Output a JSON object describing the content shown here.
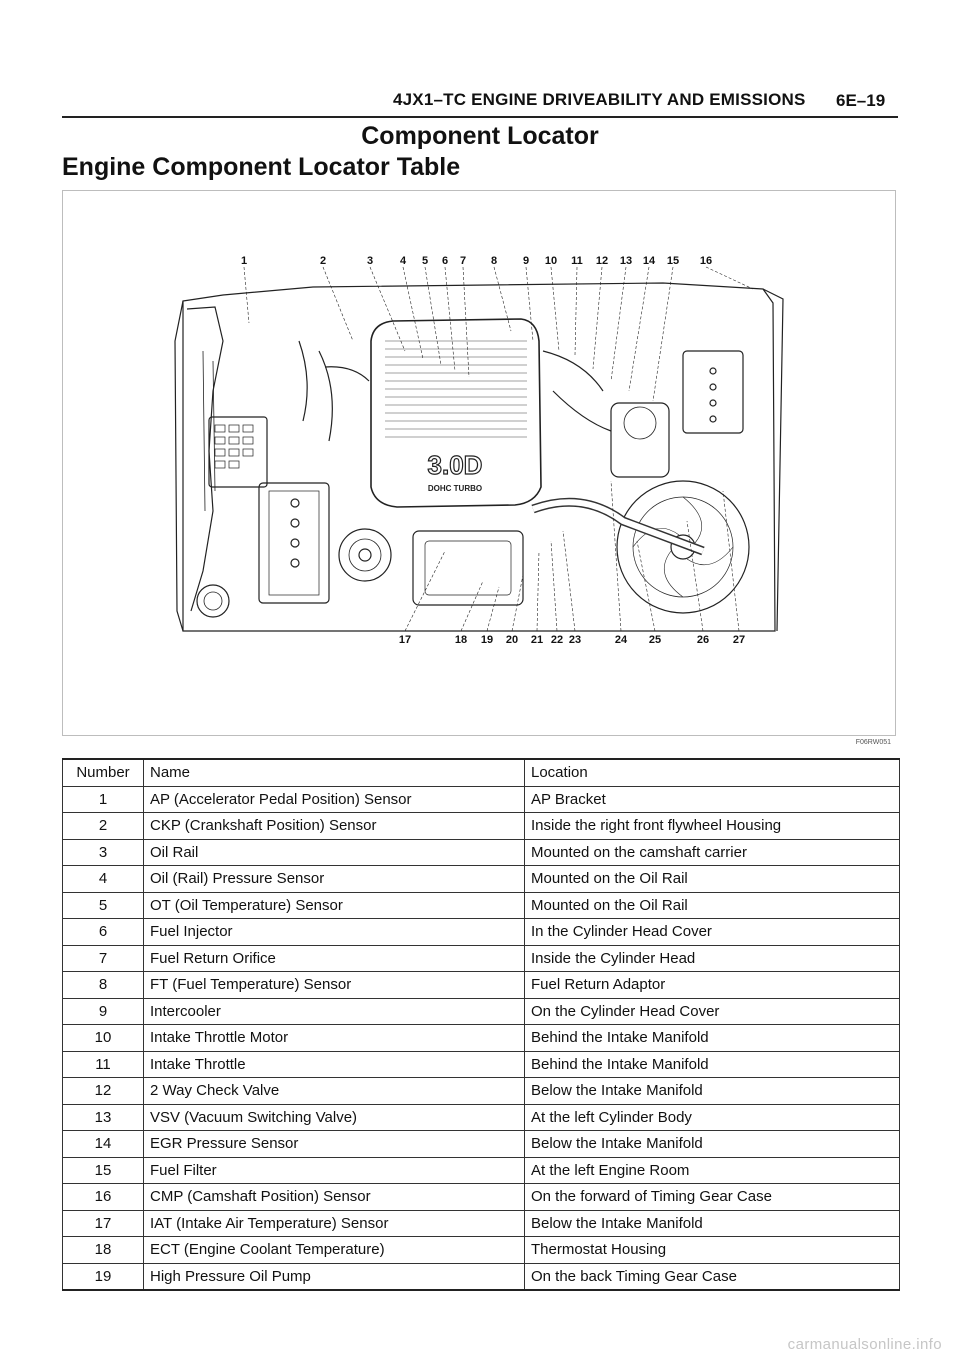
{
  "header": {
    "title": "4JX1–TC ENGINE DRIVEABILITY AND EMISSIONS",
    "page": "6E–19"
  },
  "section_title": "Component Locator",
  "subsection_title": "Engine Component Locator Table",
  "figure": {
    "code": "F06RW051",
    "engine_badge": "3.0D",
    "engine_badge_sub": "DOHC TURBO",
    "top_callouts": [
      "1",
      "2",
      "3",
      "4",
      "5",
      "6",
      "7",
      "8",
      "9",
      "10",
      "11",
      "12",
      "13",
      "14",
      "15",
      "16"
    ],
    "bottom_callouts": [
      "17",
      "18",
      "19",
      "20",
      "21",
      "22",
      "23",
      "24",
      "25",
      "26",
      "27"
    ]
  },
  "table": {
    "headers": [
      "Number",
      "Name",
      "Location"
    ],
    "rows": [
      [
        "1",
        "AP (Accelerator Pedal Position) Sensor",
        "AP Bracket"
      ],
      [
        "2",
        "CKP (Crankshaft Position) Sensor",
        "Inside the right front flywheel Housing"
      ],
      [
        "3",
        "Oil Rail",
        "Mounted on the camshaft carrier"
      ],
      [
        "4",
        "Oil (Rail) Pressure Sensor",
        "Mounted on the Oil Rail"
      ],
      [
        "5",
        "OT (Oil Temperature) Sensor",
        "Mounted on the Oil Rail"
      ],
      [
        "6",
        "Fuel Injector",
        "In the Cylinder Head Cover"
      ],
      [
        "7",
        "Fuel Return Orifice",
        "Inside the Cylinder Head"
      ],
      [
        "8",
        "FT (Fuel Temperature) Sensor",
        "Fuel Return Adaptor"
      ],
      [
        "9",
        "Intercooler",
        "On the Cylinder Head Cover"
      ],
      [
        "10",
        "Intake Throttle Motor",
        "Behind the Intake Manifold"
      ],
      [
        "11",
        "Intake Throttle",
        "Behind the Intake Manifold"
      ],
      [
        "12",
        "2 Way Check Valve",
        "Below the Intake Manifold"
      ],
      [
        "13",
        "VSV (Vacuum Switching Valve)",
        "At the left Cylinder Body"
      ],
      [
        "14",
        "EGR Pressure Sensor",
        "Below the Intake Manifold"
      ],
      [
        "15",
        "Fuel Filter",
        "At the left Engine Room"
      ],
      [
        "16",
        "CMP (Camshaft Position) Sensor",
        "On the forward of Timing Gear Case"
      ],
      [
        "17",
        "IAT (Intake Air Temperature) Sensor",
        "Below the Intake Manifold"
      ],
      [
        "18",
        "ECT (Engine Coolant Temperature)",
        "Thermostat Housing"
      ],
      [
        "19",
        "High Pressure Oil Pump",
        "On the back Timing Gear Case"
      ]
    ]
  },
  "watermark": "carmanualsonline.info"
}
